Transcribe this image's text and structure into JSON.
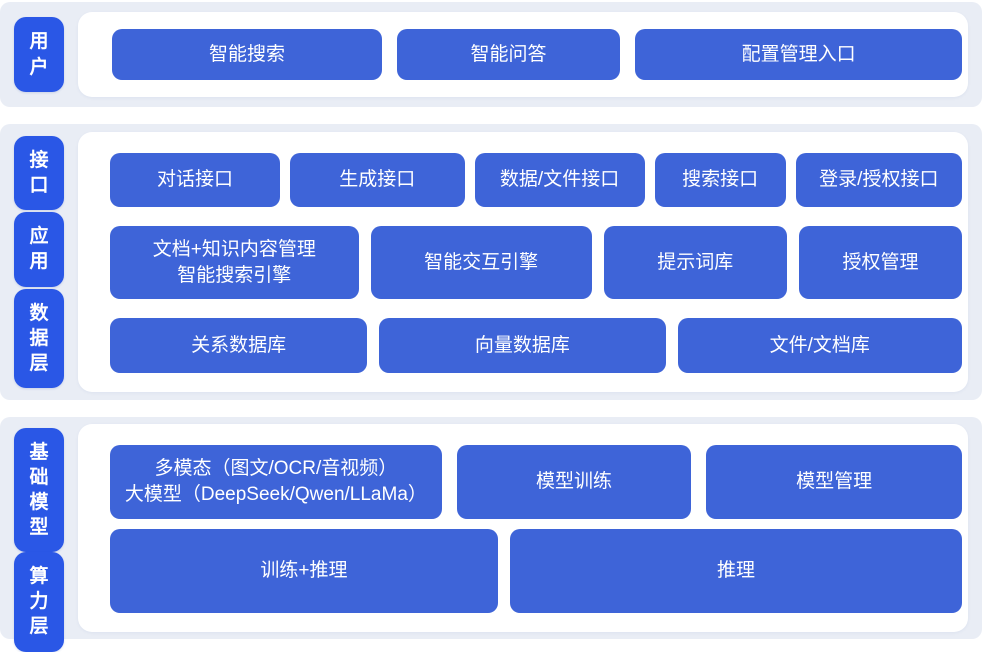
{
  "colors": {
    "band_background": "#e9edf5",
    "panel_background": "#ffffff",
    "layer_label_blue": "#2a57e6",
    "block_blue": "#3e64d8",
    "text_white": "#ffffff"
  },
  "bands": [
    {
      "labels": [
        {
          "text": "用户"
        }
      ],
      "rows": [
        {
          "buttons": [
            {
              "text": "智能搜索"
            },
            {
              "text": "智能问答"
            },
            {
              "text": "配置管理入口"
            }
          ]
        }
      ]
    },
    {
      "labels": [
        {
          "text": "接口"
        },
        {
          "text": "应用"
        },
        {
          "text": "数据层"
        }
      ],
      "rows": [
        {
          "buttons": [
            {
              "text": "对话接口"
            },
            {
              "text": "生成接口"
            },
            {
              "text": "数据/文件接口"
            },
            {
              "text": "搜索接口"
            },
            {
              "text": "登录/授权接口"
            }
          ]
        },
        {
          "buttons": [
            {
              "text": "文档+知识内容管理\n智能搜索引擎"
            },
            {
              "text": "智能交互引擎"
            },
            {
              "text": "提示词库"
            },
            {
              "text": "授权管理"
            }
          ]
        },
        {
          "buttons": [
            {
              "text": "关系数据库"
            },
            {
              "text": "向量数据库"
            },
            {
              "text": "文件/文档库"
            }
          ]
        }
      ]
    },
    {
      "labels": [
        {
          "text": "基础模型"
        },
        {
          "text": "算力层"
        }
      ],
      "rows": [
        {
          "buttons": [
            {
              "text": "多模态（图文/OCR/音视频）\n大模型（DeepSeek/Qwen/LLaMa）"
            },
            {
              "text": "模型训练"
            },
            {
              "text": "模型管理"
            }
          ]
        },
        {
          "buttons": [
            {
              "text": "训练+推理"
            },
            {
              "text": "推理"
            }
          ]
        }
      ]
    }
  ]
}
